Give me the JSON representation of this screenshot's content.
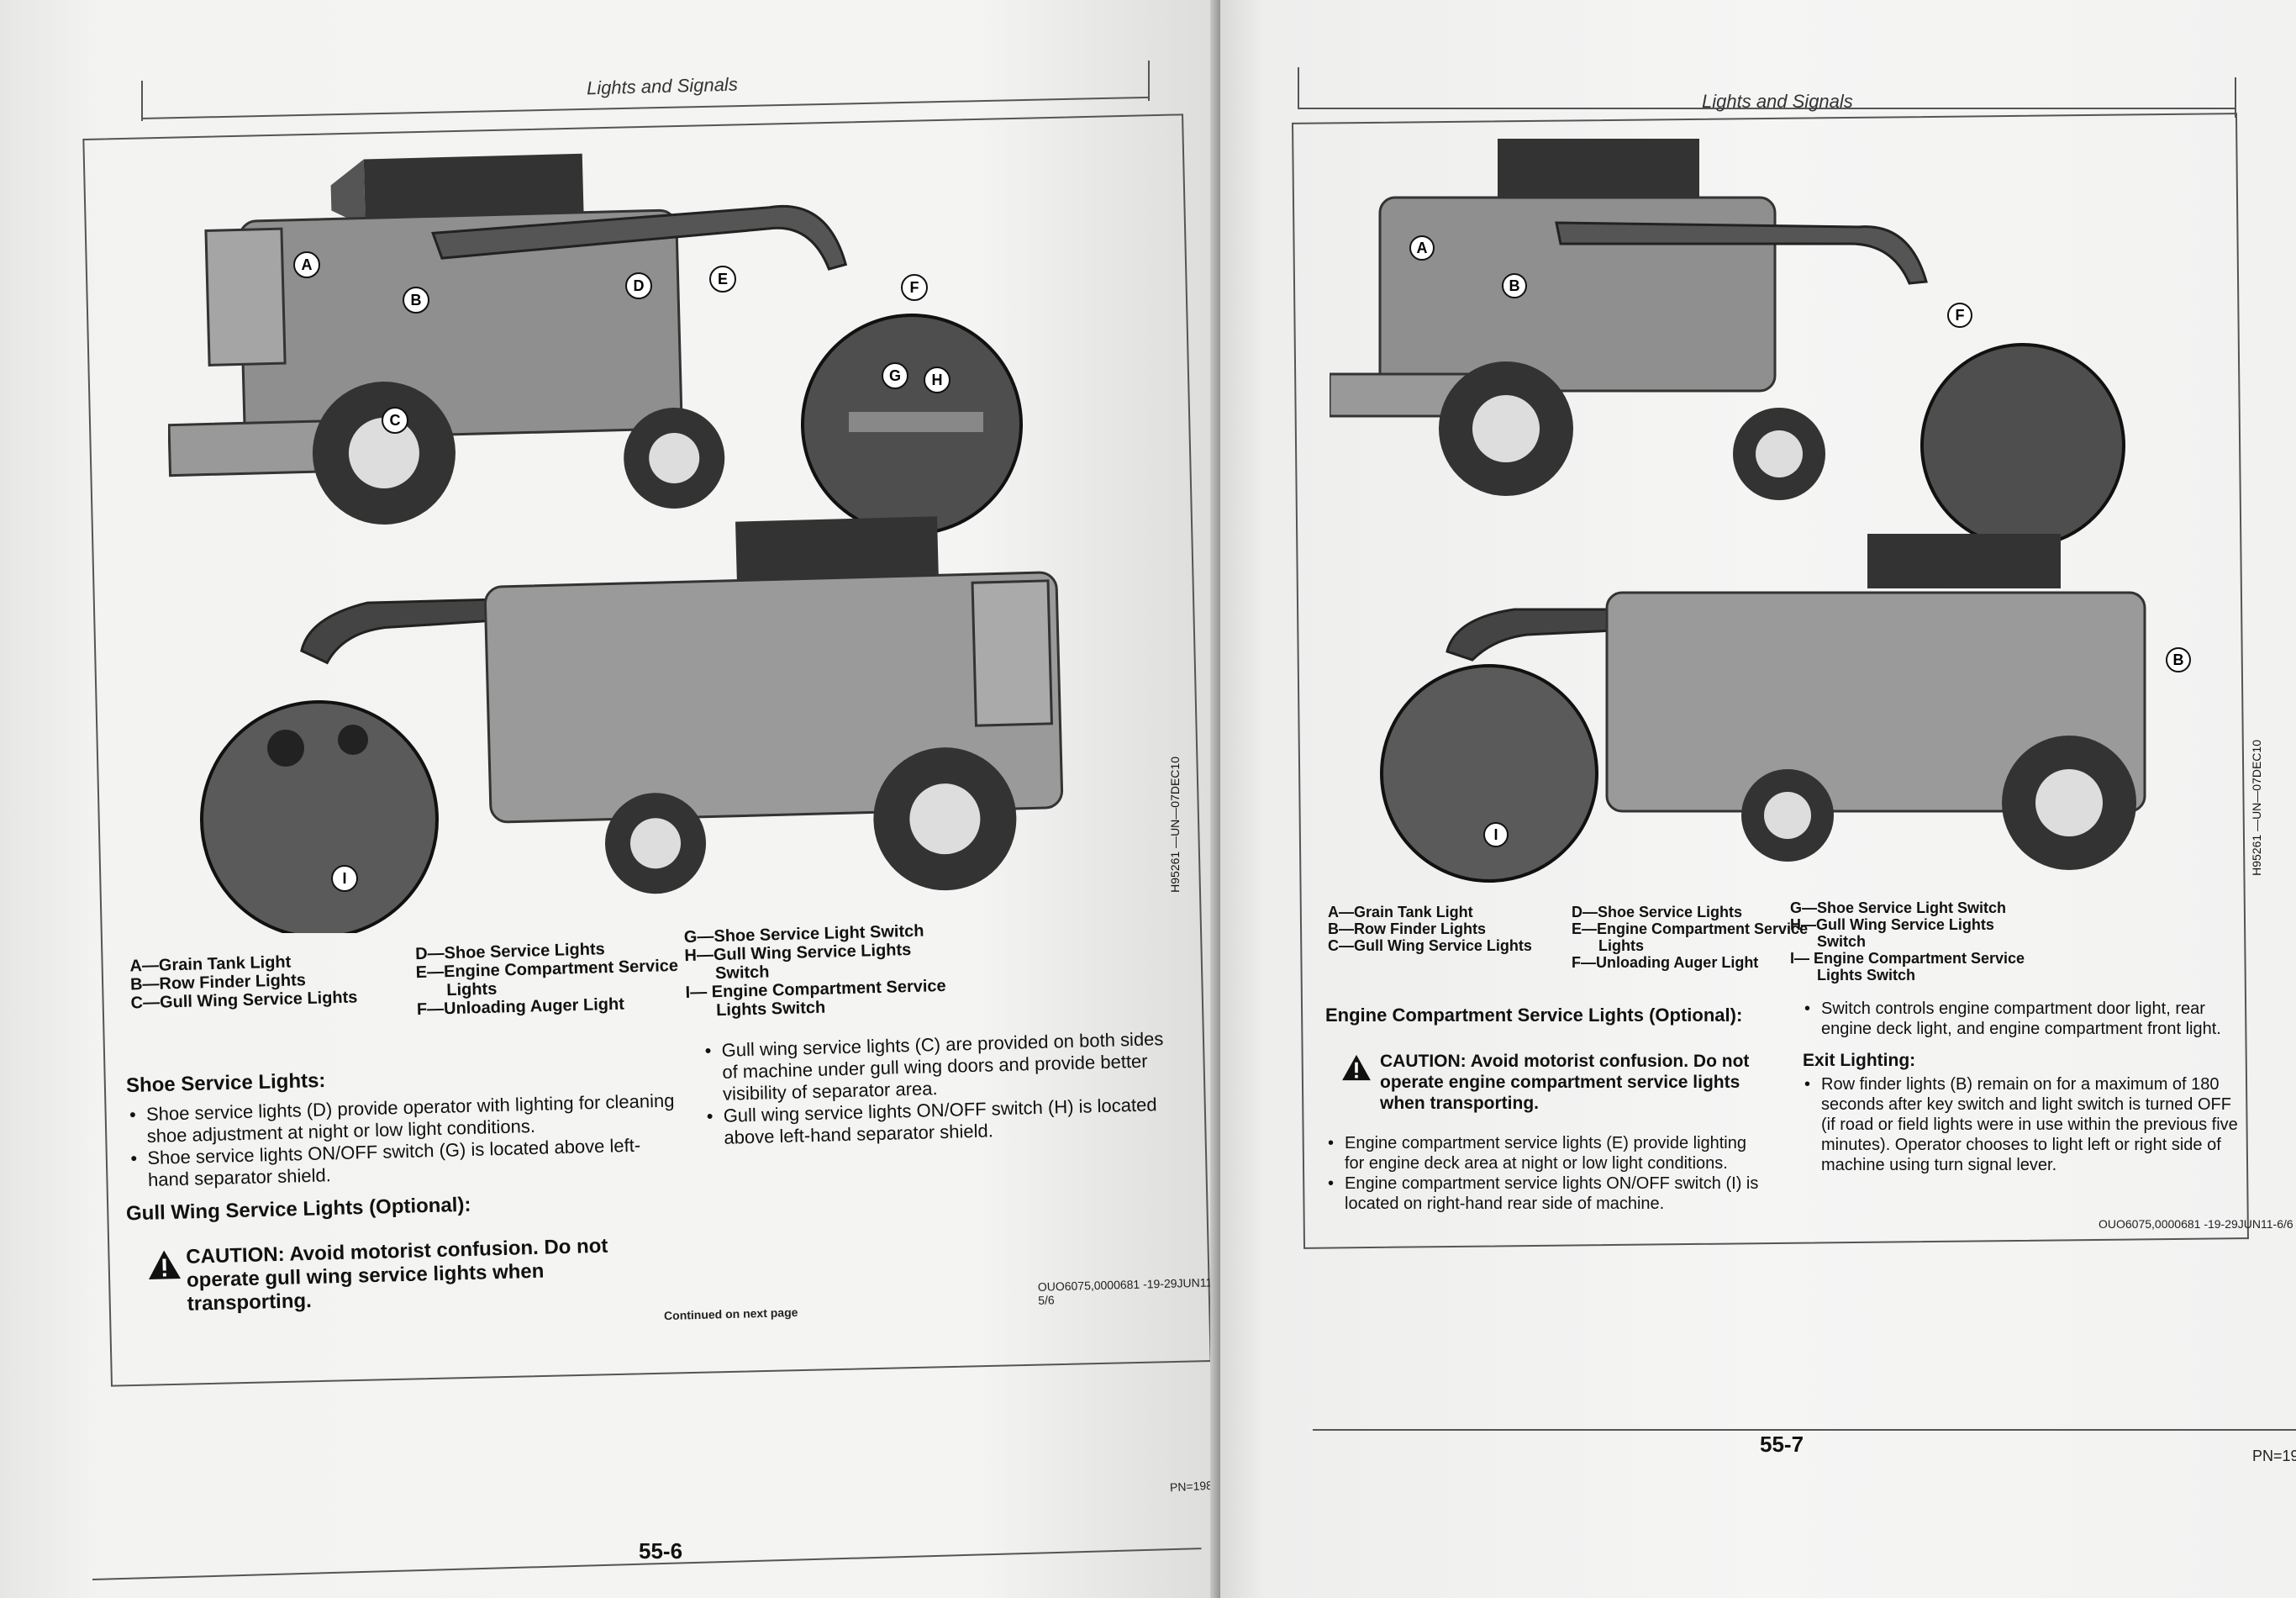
{
  "left": {
    "header": "Lights and Signals",
    "labels": {
      "a": "A",
      "b": "B",
      "c": "C",
      "d": "D",
      "e": "E",
      "f": "F",
      "g": "G",
      "h": "H",
      "i": "I"
    },
    "callouts_col1": [
      "A—Grain Tank Light",
      "B—Row Finder Lights",
      "C—Gull Wing Service Lights"
    ],
    "callouts_col2": [
      "D—Shoe Service Lights",
      "E—Engine Compartment Service",
      "Lights",
      "F—Unloading Auger Light"
    ],
    "callouts_col3": [
      "G—Shoe Service Light Switch",
      "H—Gull Wing Service Lights",
      "Switch",
      "I— Engine Compartment Service",
      "Lights Switch"
    ],
    "shoe_heading": "Shoe Service Lights:",
    "shoe_bullets": [
      "Shoe service lights (D) provide operator with lighting for cleaning shoe adjustment at night or low light conditions.",
      "Shoe service lights ON/OFF switch (G) is located above left-hand separator shield."
    ],
    "gull_heading": "Gull Wing Service Lights (Optional):",
    "caution": "CAUTION: Avoid motorist confusion. Do not operate gull wing service lights when transporting.",
    "gull_bullets": [
      "Gull wing service lights (C) are provided on both sides of machine under gull wing doors and provide better visibility of separator area.",
      "Gull wing service lights ON/OFF switch (H) is located above left-hand separator shield."
    ],
    "continued": "Continued on next page",
    "ref_code": "OUO6075,0000681 -19-29JUN11-5/6",
    "side_id": "H95261 —UN—07DEC10",
    "pn": "PN=198",
    "page_number": "55-6"
  },
  "right": {
    "header": "Lights and Signals",
    "callouts_col1": [
      "A—Grain Tank Light",
      "B—Row Finder Lights",
      "C—Gull Wing Service Lights"
    ],
    "callouts_col2": [
      "D—Shoe Service Lights",
      "E—Engine Compartment Service",
      "Lights",
      "F—Unloading Auger Light"
    ],
    "callouts_col3": [
      "G—Shoe Service Light Switch",
      "H—Gull Wing Service Lights",
      "Switch",
      "I— Engine Compartment Service",
      "Lights Switch"
    ],
    "engine_heading": "Engine Compartment Service Lights (Optional):",
    "caution": "CAUTION: Avoid motorist confusion. Do not operate engine compartment service lights when transporting.",
    "engine_bullets": [
      "Engine compartment service lights (E) provide lighting for engine deck area at night or low light conditions.",
      "Engine compartment service lights ON/OFF switch (I) is located on right-hand rear side of machine."
    ],
    "switch_bullets": [
      "Switch controls engine compartment door light, rear engine deck light, and engine compartment front light."
    ],
    "exit_heading": "Exit Lighting:",
    "exit_bullets": [
      "Row finder lights (B) remain on for a maximum of 180 seconds after key switch and light switch is turned OFF (if road or field lights were in use within the previous five minutes). Operator chooses to light left or right side of machine using turn signal lever."
    ],
    "ref_code": "OUO6075,0000681 -19-29JUN11-6/6",
    "side_id": "H95261 —UN—07DEC10",
    "pn": "PN=19",
    "page_number": "55-7"
  }
}
